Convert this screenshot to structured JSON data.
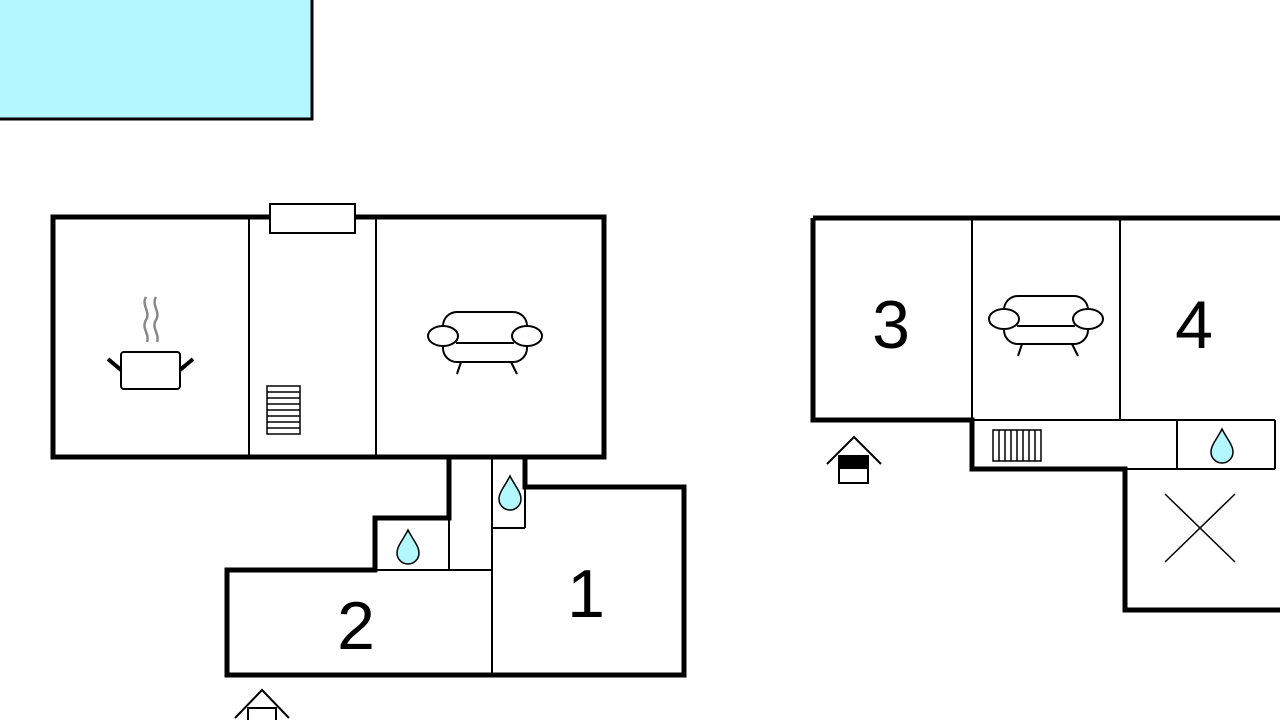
{
  "colors": {
    "pool": "#b3f7ff",
    "wall": "#000000",
    "water_drop": "#b3f7ff",
    "background": "#ffffff"
  },
  "rooms": {
    "room_1": "1",
    "room_2": "2",
    "room_3": "3",
    "room_4": "4"
  },
  "icons": [
    "kitchen-pot-icon",
    "staircase-icon",
    "sofa-icon",
    "water-drop-icon",
    "entrance-icon",
    "cross-icon"
  ]
}
